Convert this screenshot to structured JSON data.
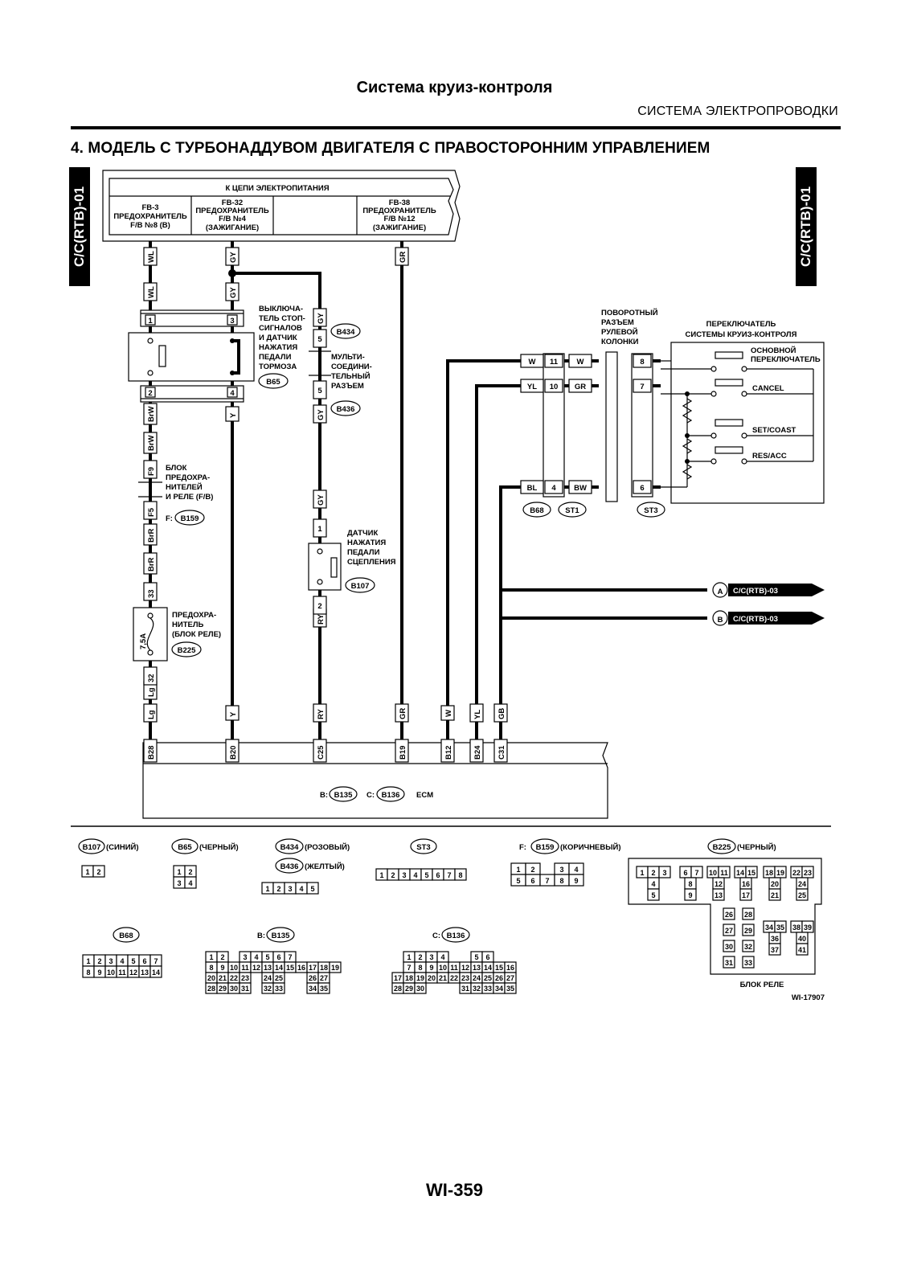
{
  "header": {
    "title": "Система круиз-контроля",
    "subtitle": "СИСТЕМА ЭЛЕКТРОПРОВОДКИ"
  },
  "section_title": "4.  МОДЕЛЬ С ТУРБОНАДДУВОМ ДВИГАТЕЛЯ С ПРАВОСТОРОННИМ УПРАВЛЕНИЕМ",
  "side_tab": "C/C(RTB)-01",
  "power": {
    "title": "К ЦЕПИ ЭЛЕКТРОПИТАНИЯ",
    "fuse1": [
      "FB-3",
      "ПРЕДОХРАНИТЕЛЬ",
      "F/B №8 (B)"
    ],
    "fuse2": [
      "FB-32",
      "ПРЕДОХРАНИТЕЛЬ",
      "F/B №4",
      "(ЗАЖИГАНИЕ)"
    ],
    "fuse3": [
      "FB-38",
      "ПРЕДОХРАНИТЕЛЬ",
      "F/B №12",
      "(ЗАЖИГАНИЕ)"
    ]
  },
  "wire_colors": {
    "wl": "WL",
    "gy": "GY",
    "gr": "GR",
    "brw": "BrW",
    "brr": "BrR",
    "y": "Y",
    "lg": "Lg",
    "ry": "RY",
    "w": "W",
    "yl": "YL",
    "gb": "GB",
    "bl": "BL",
    "bw": "BW"
  },
  "pins": {
    "p1": "1",
    "p2": "2",
    "p3": "3",
    "p4": "4",
    "p5": "5",
    "f9": "F9",
    "f5": "F5",
    "p33": "33",
    "p32": "32",
    "fuse": "7,5A",
    "p11": "11",
    "p10": "10",
    "p8": "8",
    "p7": "7",
    "p6": "6"
  },
  "components": {
    "brake_switch": [
      "ВЫКЛЮЧА-",
      "ТЕЛЬ СТОП-",
      "СИГНАЛОВ",
      "И ДАТЧИК",
      "НАЖАТИЯ",
      "ПЕДАЛИ",
      "ТОРМОЗА"
    ],
    "multi_connector": [
      "МУЛЬТИ-",
      "СОЕДИНИ-",
      "ТЕЛЬНЫЙ",
      "РАЗЪЕМ"
    ],
    "fuse_relay_box": [
      "БЛОК",
      "ПРЕДОХРА-",
      "НИТЕЛЕЙ",
      "И РЕЛЕ (F/B)"
    ],
    "fuse_relay_prefix": "F:",
    "clutch_sensor": [
      "ДАТЧИК",
      "НАЖАТИЯ",
      "ПЕДАЛИ",
      "СЦЕПЛЕНИЯ"
    ],
    "fuse_relay_block": [
      "ПРЕДОХРА-",
      "НИТЕЛЬ",
      "(БЛОК РЕЛЕ)"
    ],
    "steering_connector": [
      "ПОВОРОТНЫЙ",
      "РАЗЪЕМ",
      "РУЛЕВОЙ",
      "КОЛОНКИ"
    ],
    "cruise_switch": [
      "ПЕРЕКЛЮЧАТЕЛЬ",
      "СИСТЕМЫ КРУИЗ-КОНТРОЛЯ"
    ],
    "switch_main": [
      "ОСНОВНОЙ",
      "ПЕРЕКЛЮЧАТЕЛЬ"
    ],
    "switch_cancel": "CANCEL",
    "switch_set": "SET/COAST",
    "switch_res": "RES/ACC",
    "ecm": "ECM",
    "ecm_b_prefix": "B:",
    "ecm_c_prefix": "C:"
  },
  "connectors": {
    "b65": "B65",
    "b434": "B434",
    "b436": "B436",
    "b159": "B159",
    "b107": "B107",
    "b225": "B225",
    "b68": "B68",
    "st1": "ST1",
    "st3": "ST3",
    "b135": "B135",
    "b136": "B136"
  },
  "ecm_pins": [
    "B28",
    "B20",
    "C25",
    "B19",
    "B12",
    "B24",
    "C31"
  ],
  "off_page": [
    {
      "letter": "A",
      "ref": "C/C(RTB)-03"
    },
    {
      "letter": "B",
      "ref": "C/C(RTB)-03"
    }
  ],
  "legend": {
    "b107": "(СИНИЙ)",
    "b65": "(ЧЕРНЫЙ)",
    "b434": "(РОЗОВЫЙ)",
    "b436": "(ЖЕЛТЫЙ)",
    "b159": "(КОРИЧНЕВЫЙ)",
    "b225": "(ЧЕРНЫЙ)",
    "relay_block": "БЛОК РЕЛЕ",
    "figure_id": "WI-17907"
  },
  "page_number": "WI-359"
}
